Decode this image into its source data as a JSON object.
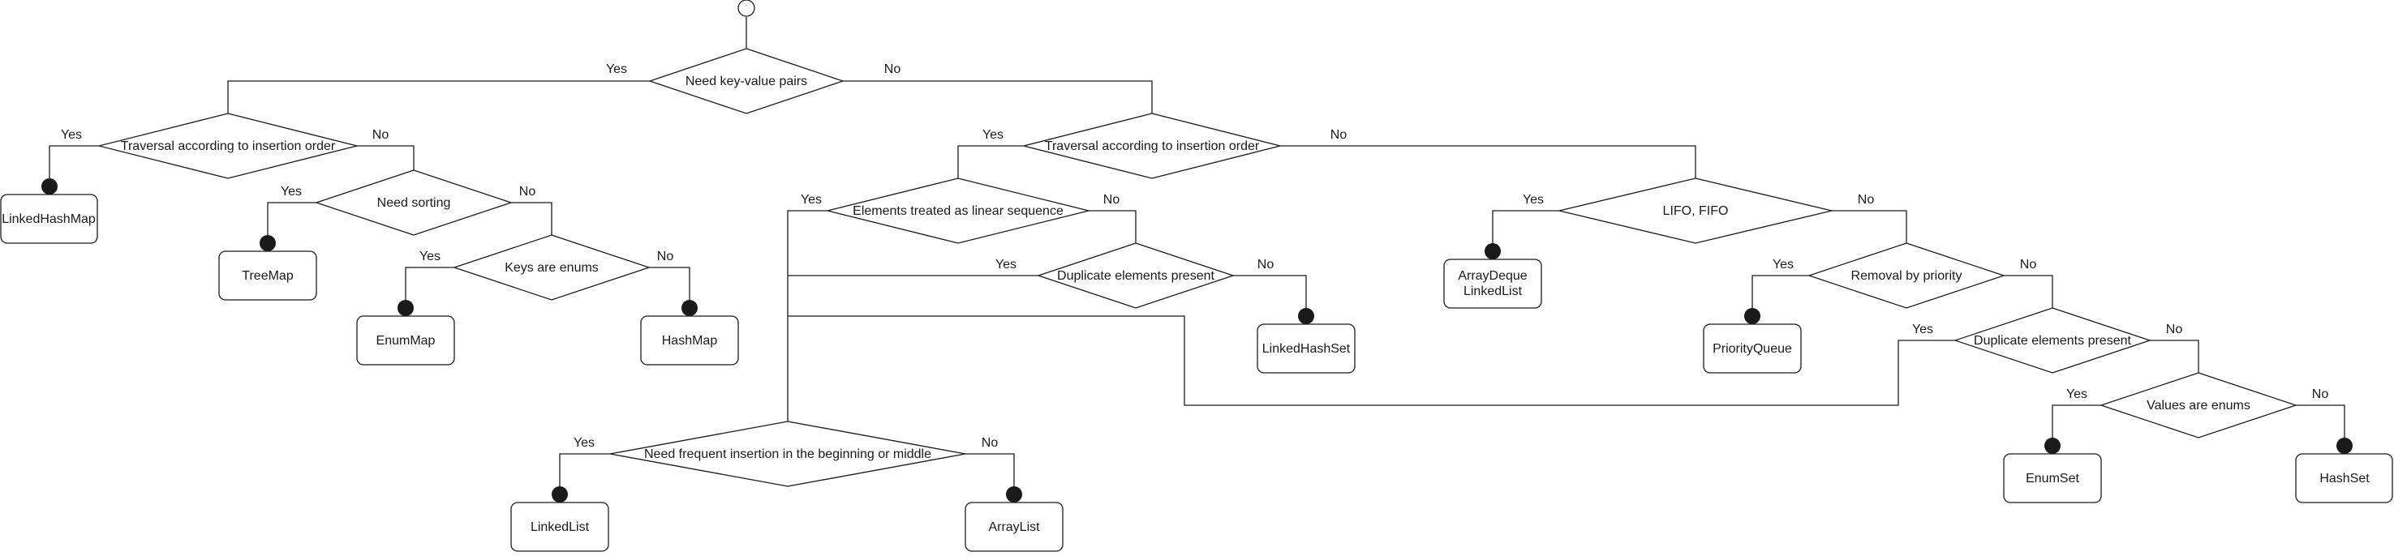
{
  "decisions": {
    "need_key_value": "Need key-value pairs",
    "map_insertion_order": "Traversal according to insertion order",
    "need_sorting": "Need sorting",
    "keys_enums": "Keys are enums",
    "coll_insertion_order": "Traversal according to insertion order",
    "linear_sequence": "Elements treated as linear sequence",
    "duplicates_left": "Duplicate elements present",
    "frequent_insertion": "Need frequent insertion in the beginning or middle",
    "lifo_fifo": "LIFO, FIFO",
    "removal_priority": "Removal by priority",
    "duplicates_right": "Duplicate elements present",
    "values_enums": "Values are enums"
  },
  "results": {
    "linked_hash_map": "LinkedHashMap",
    "tree_map": "TreeMap",
    "enum_map": "EnumMap",
    "hash_map": "HashMap",
    "linked_hash_set": "LinkedHashSet",
    "array_deque_line1": "ArrayDeque",
    "array_deque_line2": "LinkedList",
    "priority_queue": "PriorityQueue",
    "enum_set": "EnumSet",
    "hash_set": "HashSet",
    "linked_list": "LinkedList",
    "array_list": "ArrayList"
  },
  "edge_labels": {
    "yes": "Yes",
    "no": "No"
  }
}
